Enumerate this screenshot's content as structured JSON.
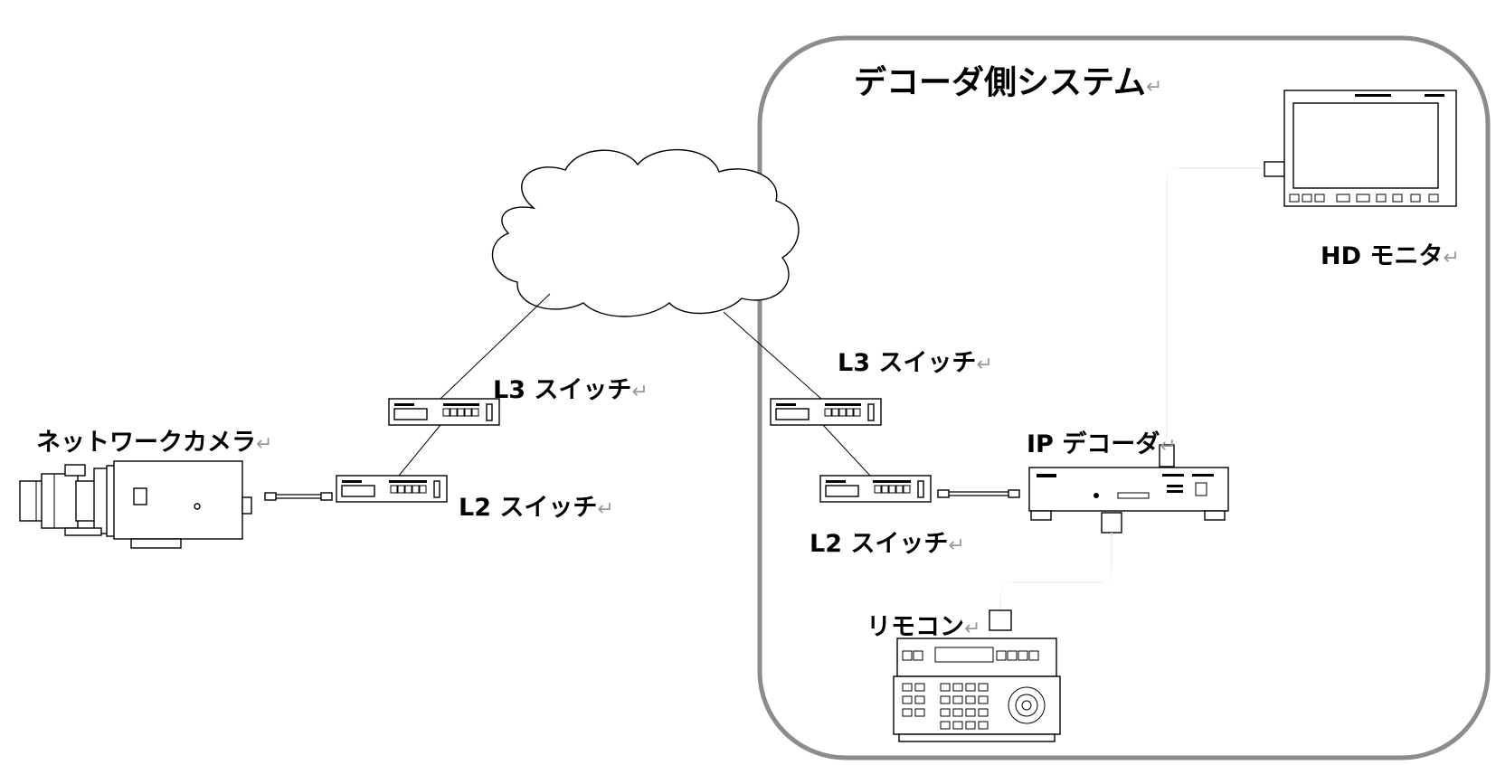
{
  "labels": {
    "system_title": "デコーダ側システム",
    "hd_monitor": "HD モニタ",
    "network_camera": "ネットワークカメラ",
    "l3_switch_left": "L3 スイッチ",
    "l2_switch_left": "L2 スイッチ",
    "l3_switch_right": "L3 スイッチ",
    "l2_switch_right": "L2 スイッチ",
    "ip_decoder": "IP デコーダ",
    "remote": "リモコン"
  },
  "return_mark": "↵",
  "colors": {
    "system_border": "#8c8c8c",
    "return_mark": "#9a9a9a",
    "ink": "#000000"
  },
  "icons": [
    "cloud-icon",
    "network-camera-icon",
    "l3-switch-icon",
    "l2-switch-icon",
    "ip-decoder-icon",
    "hd-monitor-icon",
    "remote-controller-icon"
  ]
}
